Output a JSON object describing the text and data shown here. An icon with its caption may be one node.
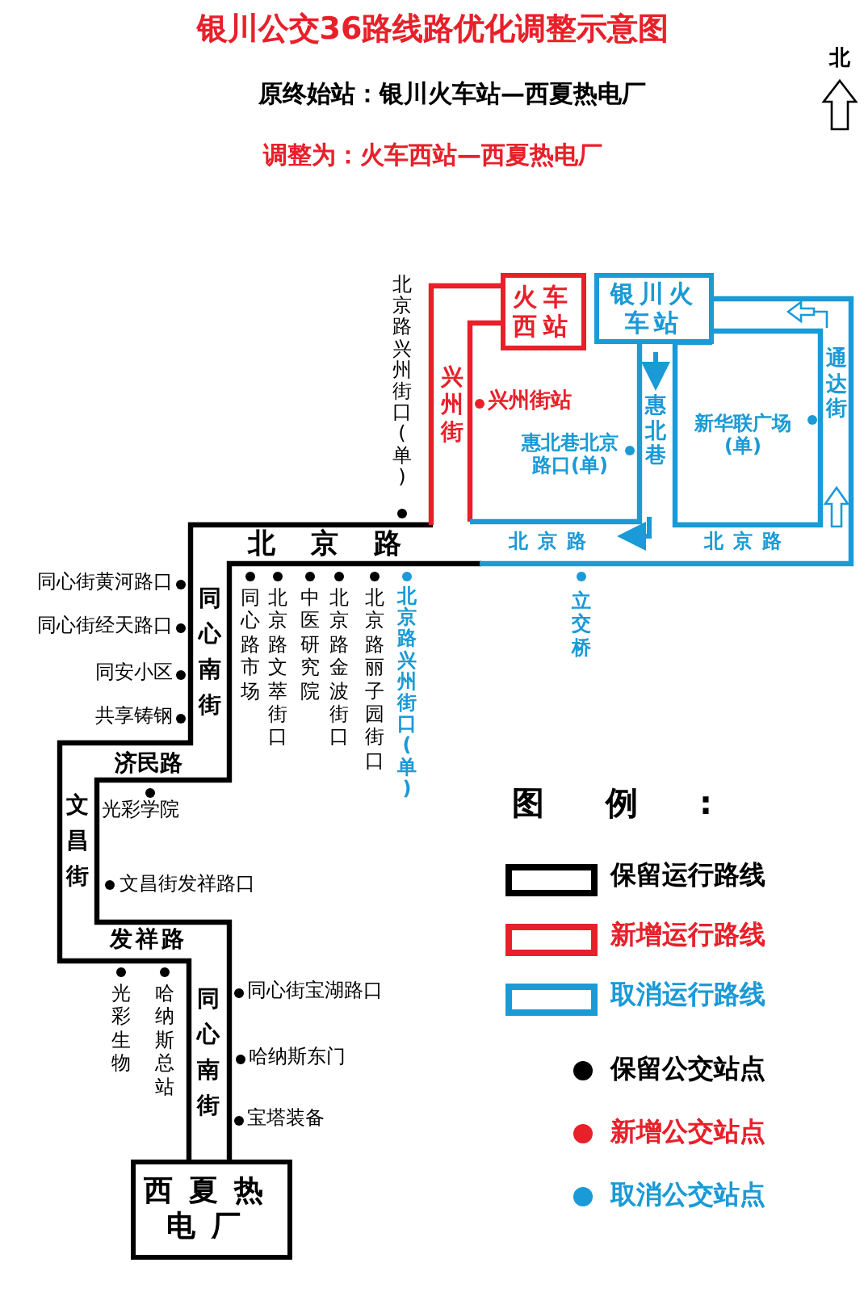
{
  "diagram": {
    "title": "银川公交36路线路优化调整示意图",
    "nodes": [
      {
        "text": [
          "火车西站"
        ]
      },
      {
        "text": [
          "银川火车站"
        ]
      },
      {
        "text": [
          "西夏热电厂"
        ]
      }
    ],
    "labels": [
      "原终始站：银川火车站—西夏热电厂",
      "调整为：火车西站—西夏热电厂",
      "北",
      "北京路兴州街口(单)",
      "兴州街",
      "兴州街站",
      "惠北巷",
      "惠北巷北京路口(单)",
      "新华联广场(单)",
      "通达街",
      "北京路",
      "北京路",
      "北京路",
      "同心街黄河路口",
      "同心街经天路口",
      "同安小区",
      "共享铸钢",
      "同心南街",
      "同心路市场",
      "北京路文萃街口",
      "中医研究院",
      "北京路金波街口",
      "北京路丽子园街口",
      "北京路兴州街口(单)",
      "立交桥",
      "济民路",
      "光彩学院",
      "文昌街",
      "文昌街发祥路口",
      "发祥路",
      "光彩生物",
      "哈纳斯总站",
      "同心南街",
      "同心街宝湖路口",
      "哈纳斯东门",
      "宝塔装备",
      "图例:"
    ],
    "legend": [
      {
        "text": "保留运行路线",
        "color": "#000000"
      },
      {
        "text": "新增运行路线",
        "color": "#e8202a"
      },
      {
        "text": "取消运行路线",
        "color": "#1a9ad6"
      },
      {
        "text": "保留公交站点",
        "color": "#000000"
      },
      {
        "text": "新增公交站点",
        "color": "#e8202a"
      },
      {
        "text": "取消公交站点",
        "color": "#1a9ad6"
      }
    ]
  }
}
